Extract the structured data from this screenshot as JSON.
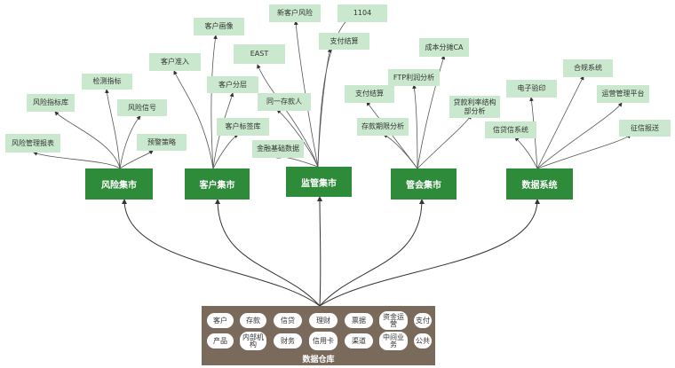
{
  "hubs": {
    "risk": "风险集市",
    "customer": "客户集市",
    "regulatory": "监管集市",
    "management": "管会集市",
    "datasys": "数据系统"
  },
  "risk_leaves": {
    "risk_report": "风险管理报表",
    "risk_indicator": "风险指标库",
    "monitor": "检测指标",
    "risk_signal": "风险信号",
    "warning": "预警策略"
  },
  "customer_leaves": {
    "profile": "客户画像",
    "access": "客户准入",
    "tier": "客户分层",
    "tag": "客户标签库"
  },
  "regulatory_leaves": {
    "new_risk": "新客户风险",
    "r1104": "1104",
    "payment1": "支付结算",
    "east": "EAST",
    "same_party": "同一存款人",
    "finance_data": "金融基础数据"
  },
  "management_leaves": {
    "payment2": "支付结算",
    "cost": "成本分摊CA",
    "ftp": "FTP利润分析",
    "loan_rate": "贷款利率结构部分析",
    "deposit_term": "存款期限分析"
  },
  "datasys_leaves": {
    "ebank": "电子验印",
    "compliance": "合规系统",
    "ops_platform": "运营管理平台",
    "credit_sys": "信贷信系统",
    "credit_report": "征信报送"
  },
  "warehouse": {
    "title": "数据仓库",
    "row1": [
      "客户",
      "存款",
      "信贷",
      "理财",
      "票据",
      "资金运营",
      "支付"
    ],
    "row2": [
      "产品",
      "内部机构",
      "财务",
      "信用卡",
      "渠道",
      "中间业务",
      "公共"
    ]
  }
}
